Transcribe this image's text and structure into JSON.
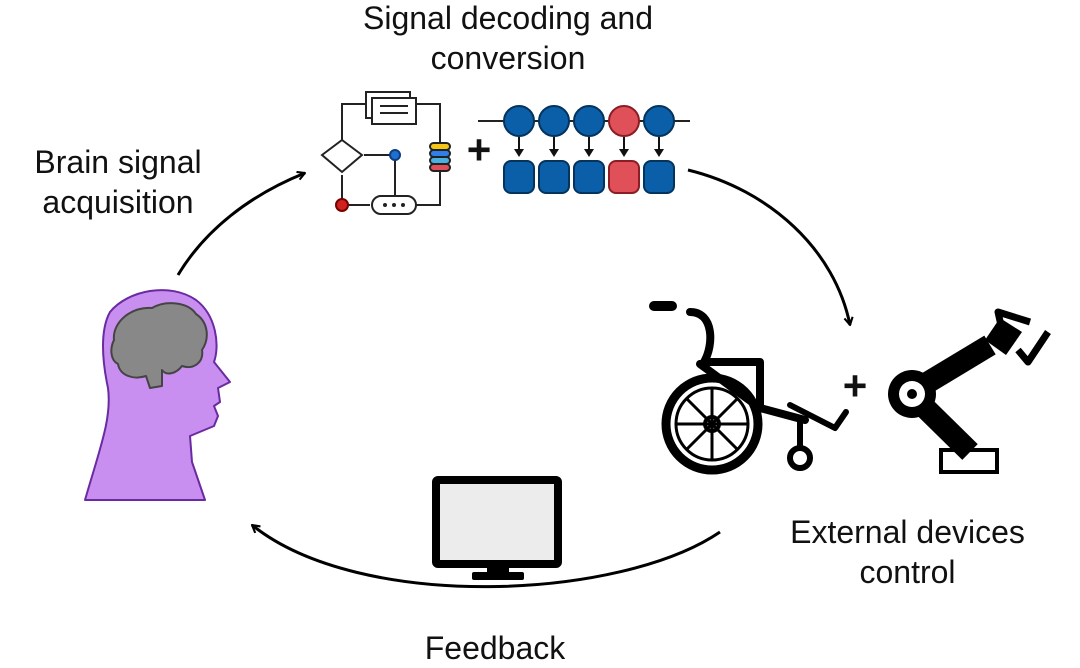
{
  "stages": {
    "acquisition": {
      "lines": [
        "Brain signal",
        "acquisition"
      ]
    },
    "decoding": {
      "lines": [
        "Signal decoding and",
        "conversion"
      ]
    },
    "control": {
      "lines": [
        "External devices",
        "control"
      ]
    },
    "feedback": {
      "lines": [
        "Feedback"
      ]
    }
  },
  "connectors": {
    "plus": "+"
  },
  "neural_sequence": {
    "node_colors": [
      "#0a5fa8",
      "#0a5fa8",
      "#0a5fa8",
      "#e05058",
      "#0a5fa8"
    ],
    "highlight_index": 3
  },
  "colors": {
    "head_fill": "#c98ff0",
    "brain_fill": "#888888",
    "node_blue": "#0a5fa8",
    "node_red": "#e05058",
    "arrow": "#000000"
  }
}
